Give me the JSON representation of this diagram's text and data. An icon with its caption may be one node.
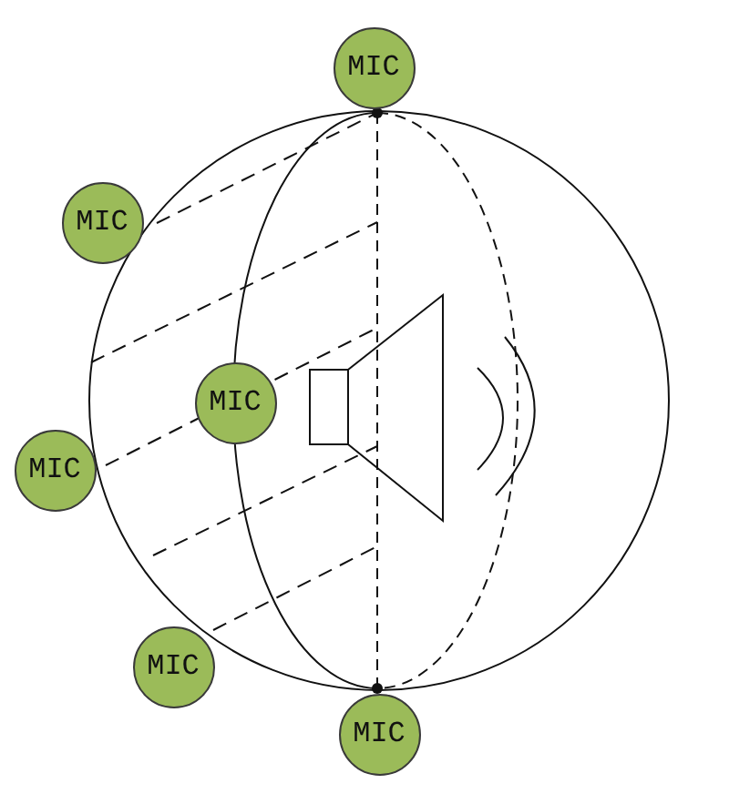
{
  "diagram": {
    "nodes": [
      {
        "text": [
          "MIC"
        ]
      },
      {
        "text": [
          "MIC"
        ]
      },
      {
        "text": [
          "MIC"
        ]
      },
      {
        "text": [
          "MIC"
        ]
      },
      {
        "text": [
          "MIC"
        ]
      },
      {
        "text": [
          "MIC"
        ]
      }
    ]
  }
}
